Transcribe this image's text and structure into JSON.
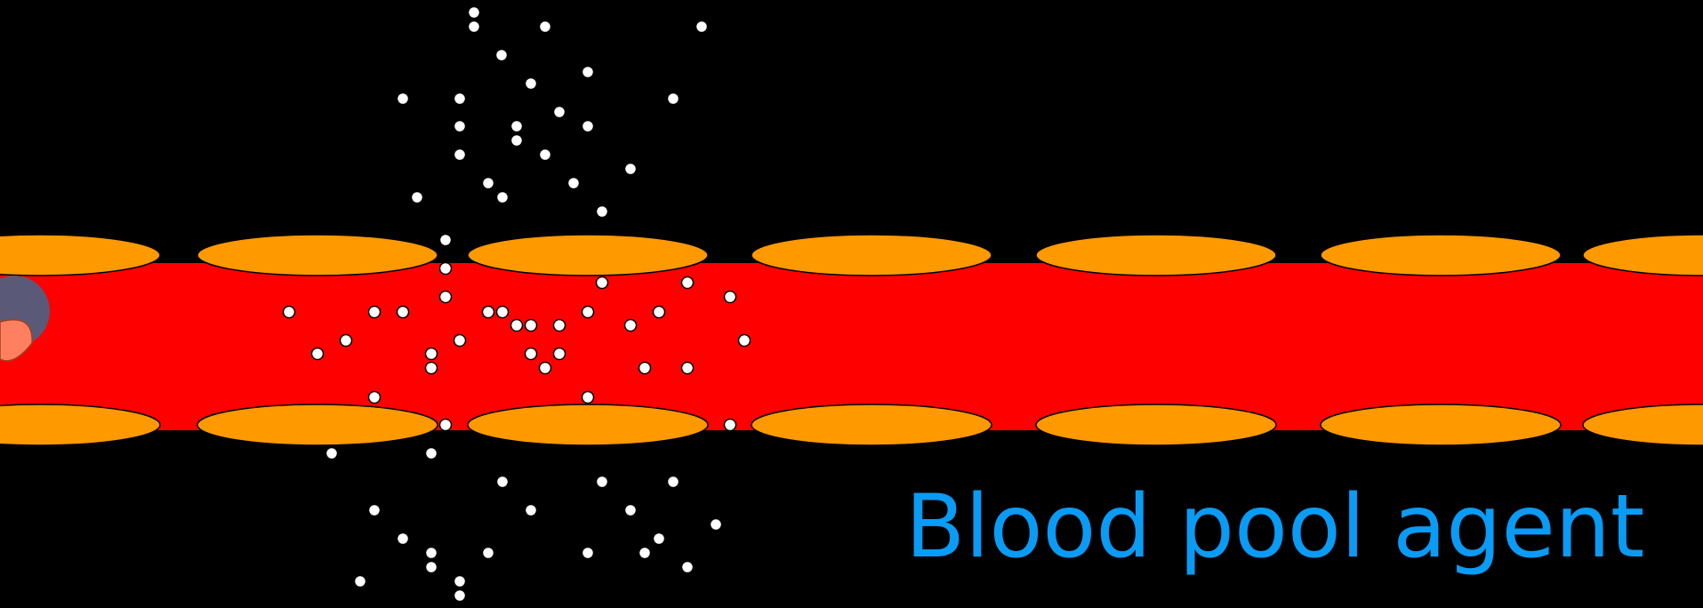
{
  "caption": "Blood pool agent",
  "colors": {
    "background": "#000000",
    "vessel": "#ff0000",
    "wall_cells": "#ff9900",
    "particles": "#ffffff",
    "caption": "#0a9bf5",
    "blood_cell": "#5a5a78",
    "blood_cell_accent": "#ff8060"
  },
  "icons": {
    "vessel": "blood-vessel",
    "wall_cell": "endothelial-cell-icon",
    "particle": "contrast-agent-particle",
    "blood_cell": "blood-cell-icon"
  }
}
